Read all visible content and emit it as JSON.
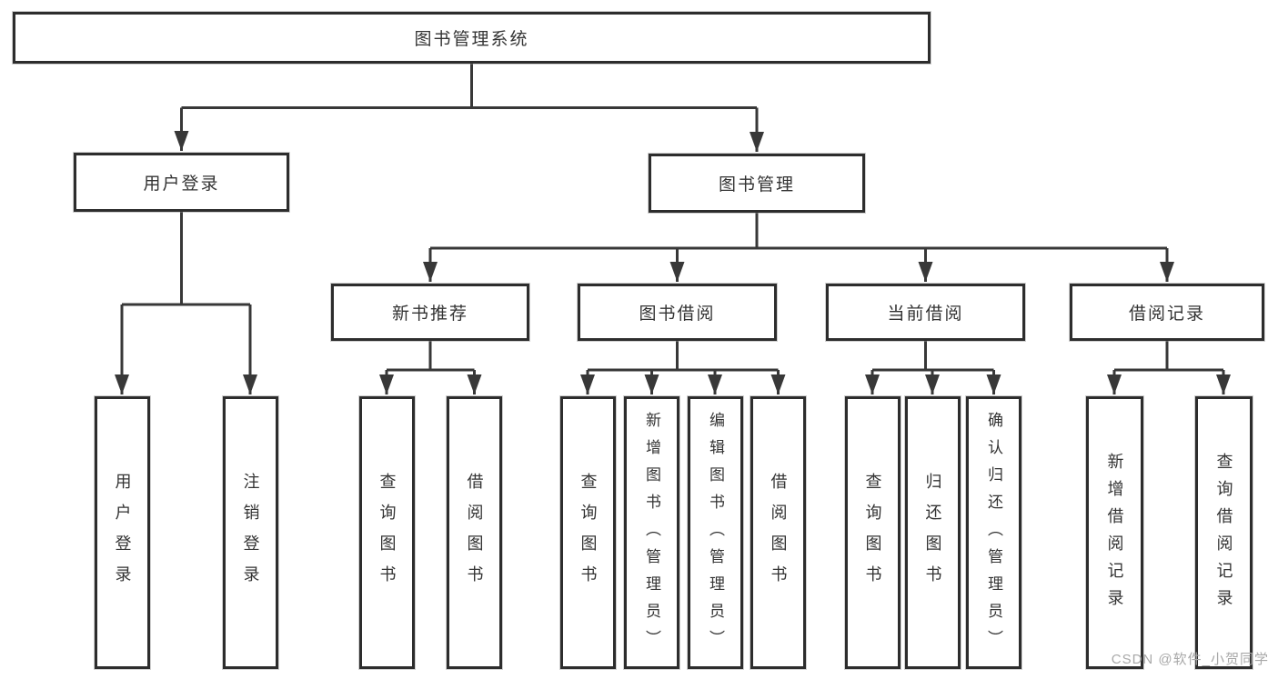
{
  "diagram": {
    "root": {
      "label": "图书管理系统"
    },
    "level2": [
      {
        "label": "用户登录"
      },
      {
        "label": "图书管理"
      }
    ],
    "level3": [
      {
        "label": "新书推荐"
      },
      {
        "label": "图书借阅"
      },
      {
        "label": "当前借阅"
      },
      {
        "label": "借阅记录"
      }
    ],
    "leaves": [
      {
        "label": "用户登录",
        "parent": "用户登录"
      },
      {
        "label": "注销登录",
        "parent": "用户登录"
      },
      {
        "label": "查询图书",
        "parent": "新书推荐"
      },
      {
        "label": "借阅图书",
        "parent": "新书推荐"
      },
      {
        "label": "查询图书",
        "parent": "图书借阅"
      },
      {
        "label": "新增图书（管理员）",
        "parent": "图书借阅"
      },
      {
        "label": "编辑图书（管理员）",
        "parent": "图书借阅"
      },
      {
        "label": "借阅图书",
        "parent": "图书借阅"
      },
      {
        "label": "查询图书",
        "parent": "当前借阅"
      },
      {
        "label": "归还图书",
        "parent": "当前借阅"
      },
      {
        "label": "确认归还（管理员）",
        "parent": "当前借阅"
      },
      {
        "label": "新增借阅记录",
        "parent": "借阅记录"
      },
      {
        "label": "查询借阅记录",
        "parent": "借阅记录"
      }
    ]
  },
  "watermark": {
    "text": "CSDN @软件_小贺同学"
  },
  "colors": {
    "line": "#383838",
    "box_border": "#2d2d2d",
    "text": "#333333",
    "watermark": "#a8a8a8",
    "background": "#ffffff"
  }
}
